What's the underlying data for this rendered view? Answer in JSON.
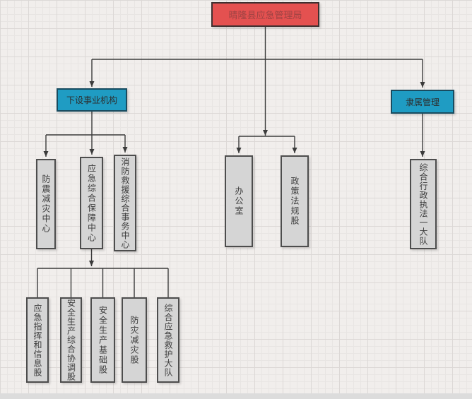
{
  "nodes": {
    "root": "晴隆县应急管理局",
    "left_branch": "下设事业机构",
    "right_branch": "隶属管理",
    "left_children": [
      "防震减灾中心",
      "应急综合保障中心",
      "消防救援综合事务中心"
    ],
    "center_children": [
      "办公室",
      "政策法规股"
    ],
    "right_children": [
      "综合行政执法一大队"
    ],
    "sub_children": [
      "应急指挥和信息股",
      "安全生产综合协调股",
      "安全生产基础股",
      "防灾减灾股",
      "综合应急救护大队"
    ]
  },
  "colors": {
    "canvas_bg": "#f1eeec",
    "grid_minor": "#e8e5e3",
    "grid_major": "#dcd8d6",
    "root_fill": "#e45150",
    "root_border": "#3f3030",
    "root_text": "#9e4343",
    "branch_fill": "#1f9cc3",
    "branch_border": "#194c60",
    "branch_text": "#2d2d2d",
    "node_fill": "#d5d5d5",
    "node_border": "#4d4d4d",
    "node_text": "#3d3d3d",
    "connector": "#3b3b3b"
  }
}
